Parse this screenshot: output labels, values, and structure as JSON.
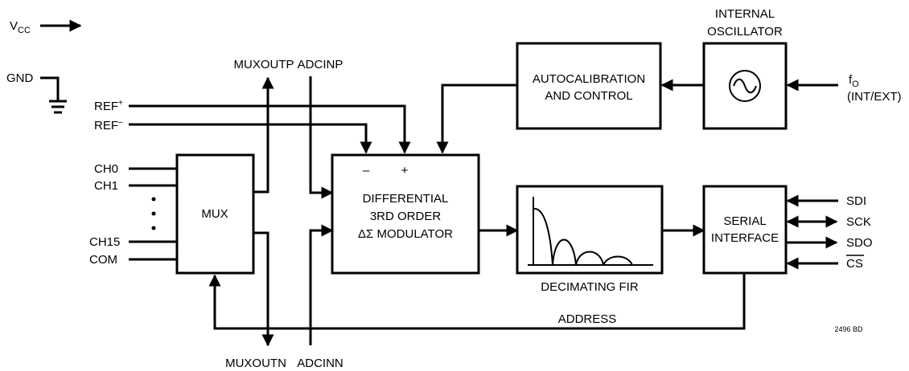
{
  "supply": {
    "vcc": "V",
    "vcc_sub": "CC",
    "gnd": "GND"
  },
  "references": {
    "ref_plus": "REF",
    "ref_plus_sup": "+",
    "ref_minus": "REF",
    "ref_minus_sup": "–"
  },
  "channels": {
    "ch0": "CH0",
    "ch1": "CH1",
    "ch15": "CH15",
    "com": "COM"
  },
  "mux": {
    "label": "MUX",
    "out_p": "MUXOUTP",
    "out_n": "MUXOUTN"
  },
  "adc": {
    "in_p": "ADCINP",
    "in_n": "ADCINN"
  },
  "modulator": {
    "minus": "–",
    "plus": "+",
    "line1": "DIFFERENTIAL",
    "line2": "3RD ORDER",
    "line3": "ΔΣ MODULATOR"
  },
  "autocal": {
    "line1": "AUTOCALIBRATION",
    "line2": "AND CONTROL"
  },
  "oscillator": {
    "title_line1": "INTERNAL",
    "title_line2": "OSCILLATOR",
    "f0": "f",
    "f0_sub": "O",
    "f0_mode": "(INT/EXT)"
  },
  "filter": {
    "label": "DECIMATING FIR"
  },
  "serial": {
    "line1": "SERIAL",
    "line2": "INTERFACE",
    "sdi": "SDI",
    "sck": "SCK",
    "sdo": "SDO",
    "cs": "CS"
  },
  "address": "ADDRESS",
  "figure_id": "2496 BD"
}
